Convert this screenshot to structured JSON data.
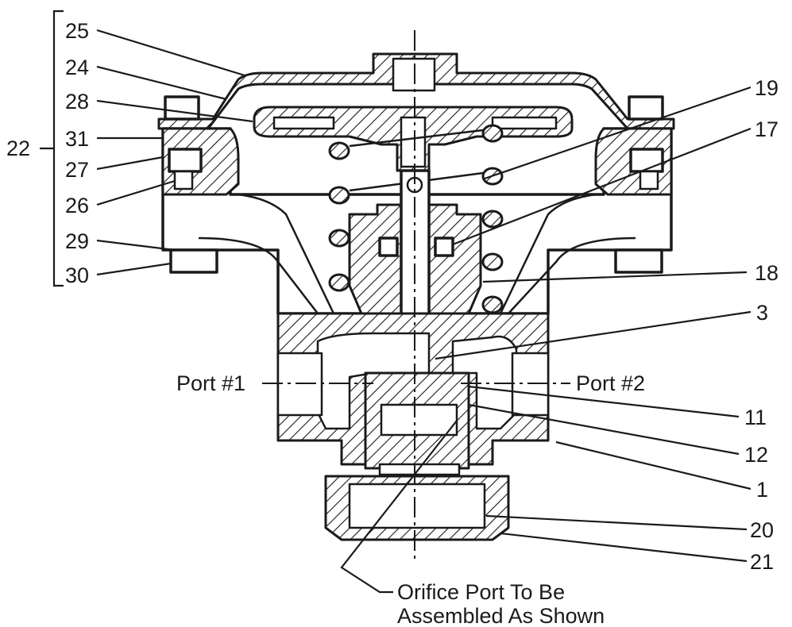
{
  "diagram": {
    "part_labels": {
      "p22": "22",
      "p25": "25",
      "p24": "24",
      "p28": "28",
      "p31": "31",
      "p27": "27",
      "p26": "26",
      "p29": "29",
      "p30": "30",
      "p19": "19",
      "p17": "17",
      "p18": "18",
      "p3": "3",
      "p11": "11",
      "p12": "12",
      "p1": "1",
      "p20": "20",
      "p21": "21"
    },
    "ports": {
      "port1": "Port #1",
      "port2": "Port #2"
    },
    "caption": {
      "line1": "Orifice Port To Be",
      "line2": "Assembled As Shown"
    }
  }
}
